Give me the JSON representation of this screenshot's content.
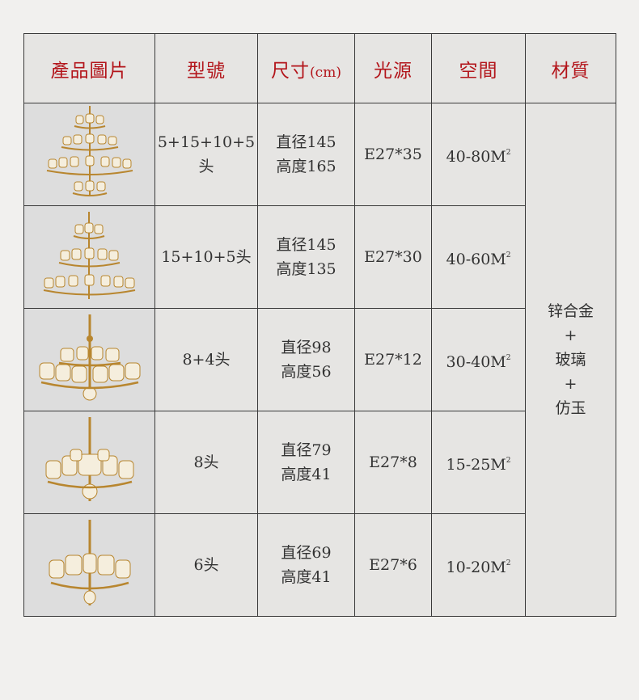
{
  "header": {
    "col_image": "產品圖片",
    "col_model": "型號",
    "col_size": "尺寸",
    "col_size_unit": "(cm)",
    "col_light": "光源",
    "col_space": "空間",
    "col_material": "材質"
  },
  "rows": [
    {
      "model": "5+15+10+5头",
      "diameter": "直径145",
      "height": "高度165",
      "light": "E27*35",
      "space": "40-80M",
      "space_sup": "2"
    },
    {
      "model": "15+10+5头",
      "diameter": "直径145",
      "height": "高度135",
      "light": "E27*30",
      "space": "40-60M",
      "space_sup": "2"
    },
    {
      "model": "8+4头",
      "diameter": "直径98",
      "height": "高度56",
      "light": "E27*12",
      "space": "30-40M",
      "space_sup": "2"
    },
    {
      "model": "8头",
      "diameter": "直径79",
      "height": "高度41",
      "light": "E27*8",
      "space": "15-25M",
      "space_sup": "2"
    },
    {
      "model": "6头",
      "diameter": "直径69",
      "height": "高度41",
      "light": "E27*6",
      "space": "10-20M",
      "space_sup": "2"
    }
  ],
  "material": {
    "line1": "锌合金",
    "plus1": "+",
    "line2": "玻璃",
    "plus2": "+",
    "line3": "仿玉"
  },
  "colors": {
    "header_text": "#b3151b",
    "cell_text": "#333333",
    "brass": "#b8862f",
    "shade": "#f5eedd"
  },
  "icons": [
    "chandelier-four-tier",
    "chandelier-three-tier",
    "chandelier-two-tier-12",
    "chandelier-8-arm",
    "chandelier-6-arm"
  ]
}
